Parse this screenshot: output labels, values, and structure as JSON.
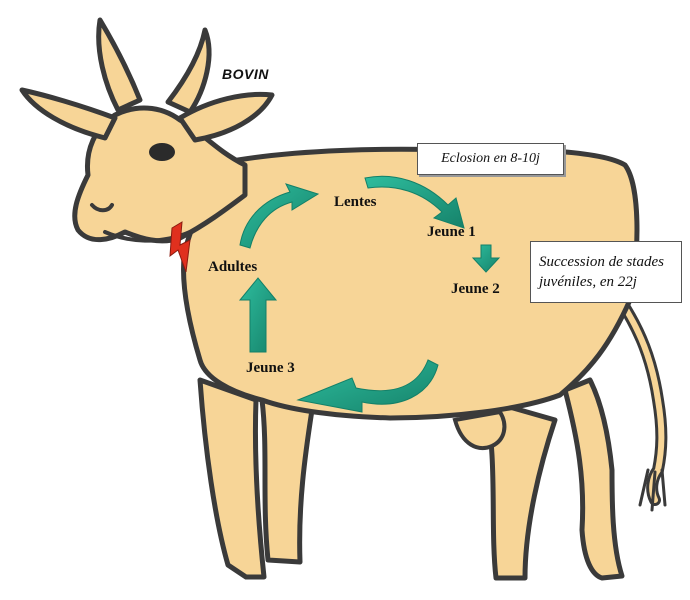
{
  "diagram": {
    "species_label": "BOVIN",
    "stages": {
      "eggs": "Lentes",
      "juvenile_1": "Jeune 1",
      "juvenile_2": "Jeune 2",
      "juvenile_3": "Jeune 3",
      "adults": "Adultes"
    },
    "notes": {
      "hatching": "Eclosion en 8-10j",
      "succession_line1": "Succession de stades",
      "succession_line2": "juvéniles, en 22j"
    },
    "colors": {
      "body": "#f7d597",
      "outline": "#3a3a3a",
      "arrow": "#2ebd9e",
      "arrow_dark": "#16826a",
      "bite_mark": "#e0301e"
    }
  }
}
